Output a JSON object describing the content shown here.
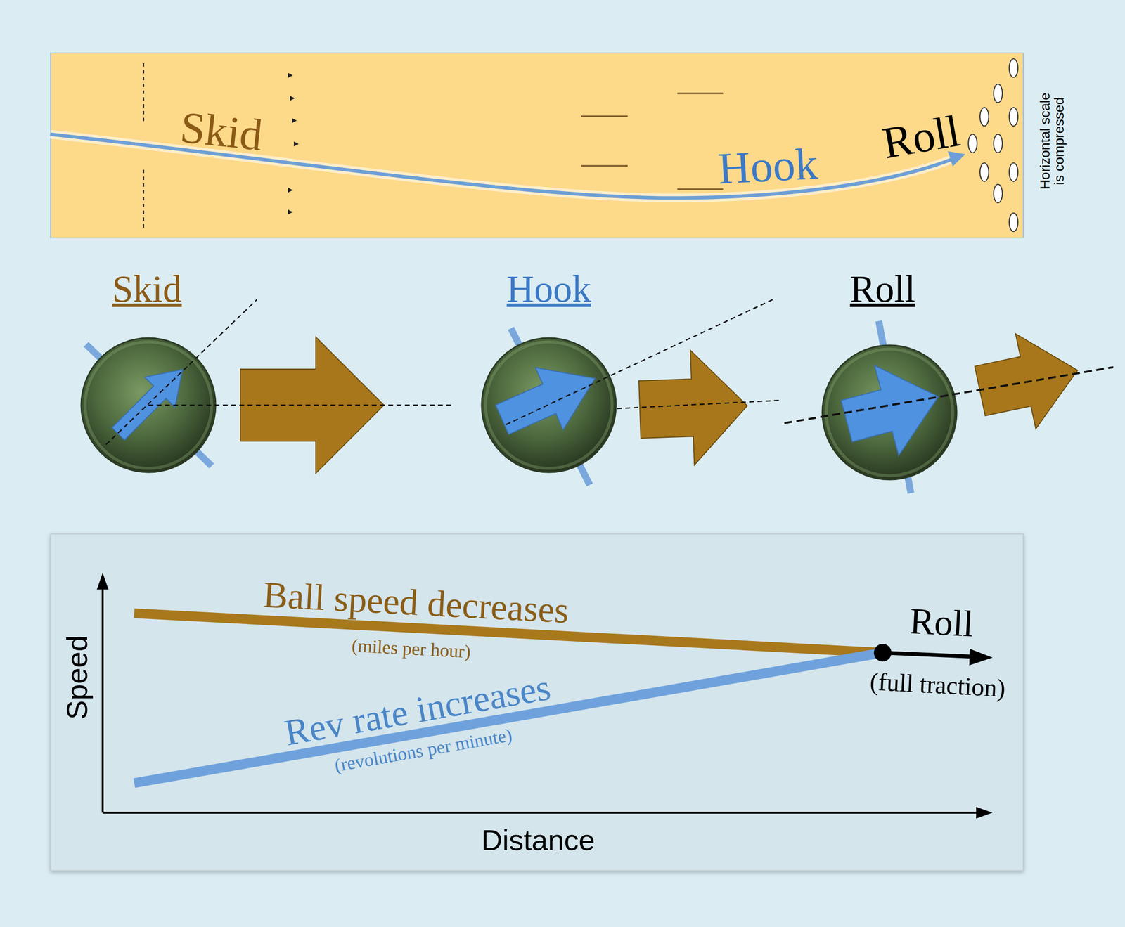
{
  "diagram": {
    "nodes": [
      {
        "text": [
          "Skid",
          "Hook",
          "Roll"
        ]
      },
      {
        "text": [
          "Skid"
        ]
      },
      {
        "text": [
          "Hook"
        ]
      },
      {
        "text": [
          "Roll"
        ]
      },
      {
        "text": [
          "Ball speed decreases",
          "(miles per hour)",
          "Rev rate increases",
          "(revolutions per minute)",
          "Roll",
          "(full traction)",
          "Speed",
          "Distance"
        ]
      }
    ],
    "labels": [
      "Horizontal scale is compressed"
    ]
  }
}
